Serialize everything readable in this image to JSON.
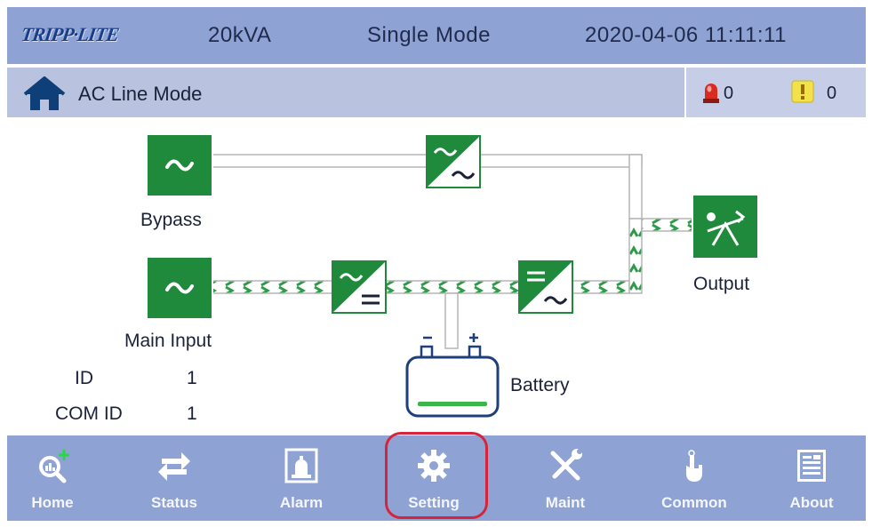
{
  "header": {
    "logo": "TRIPP·LITE",
    "capacity": "20kVA",
    "mode": "Single Mode",
    "datetime": "2020-04-06 11:11:11"
  },
  "status": {
    "mode_label": "AC Line Mode",
    "alarm_count": "0",
    "warning_count": "0"
  },
  "diagram": {
    "bypass_label": "Bypass",
    "main_input_label": "Main Input",
    "battery_label": "Battery",
    "output_label": "Output",
    "id_label": "ID",
    "id_value": "1",
    "com_id_label": "COM ID",
    "com_id_value": "1"
  },
  "nav": {
    "items": [
      {
        "label": "Home",
        "icon": "home-magnifier-icon"
      },
      {
        "label": "Status",
        "icon": "status-arrows-icon"
      },
      {
        "label": "Alarm",
        "icon": "alarm-bell-icon"
      },
      {
        "label": "Setting",
        "icon": "gear-icon"
      },
      {
        "label": "Maint",
        "icon": "wrench-screwdriver-icon"
      },
      {
        "label": "Common",
        "icon": "hand-pointer-icon"
      },
      {
        "label": "About",
        "icon": "document-icon"
      }
    ],
    "highlighted": "Setting"
  },
  "colors": {
    "header_bg": "#8fa2d4",
    "subheader_bg": "#b9c3df",
    "module_green": "#1f8a3c",
    "highlight_red": "#d6253a"
  }
}
